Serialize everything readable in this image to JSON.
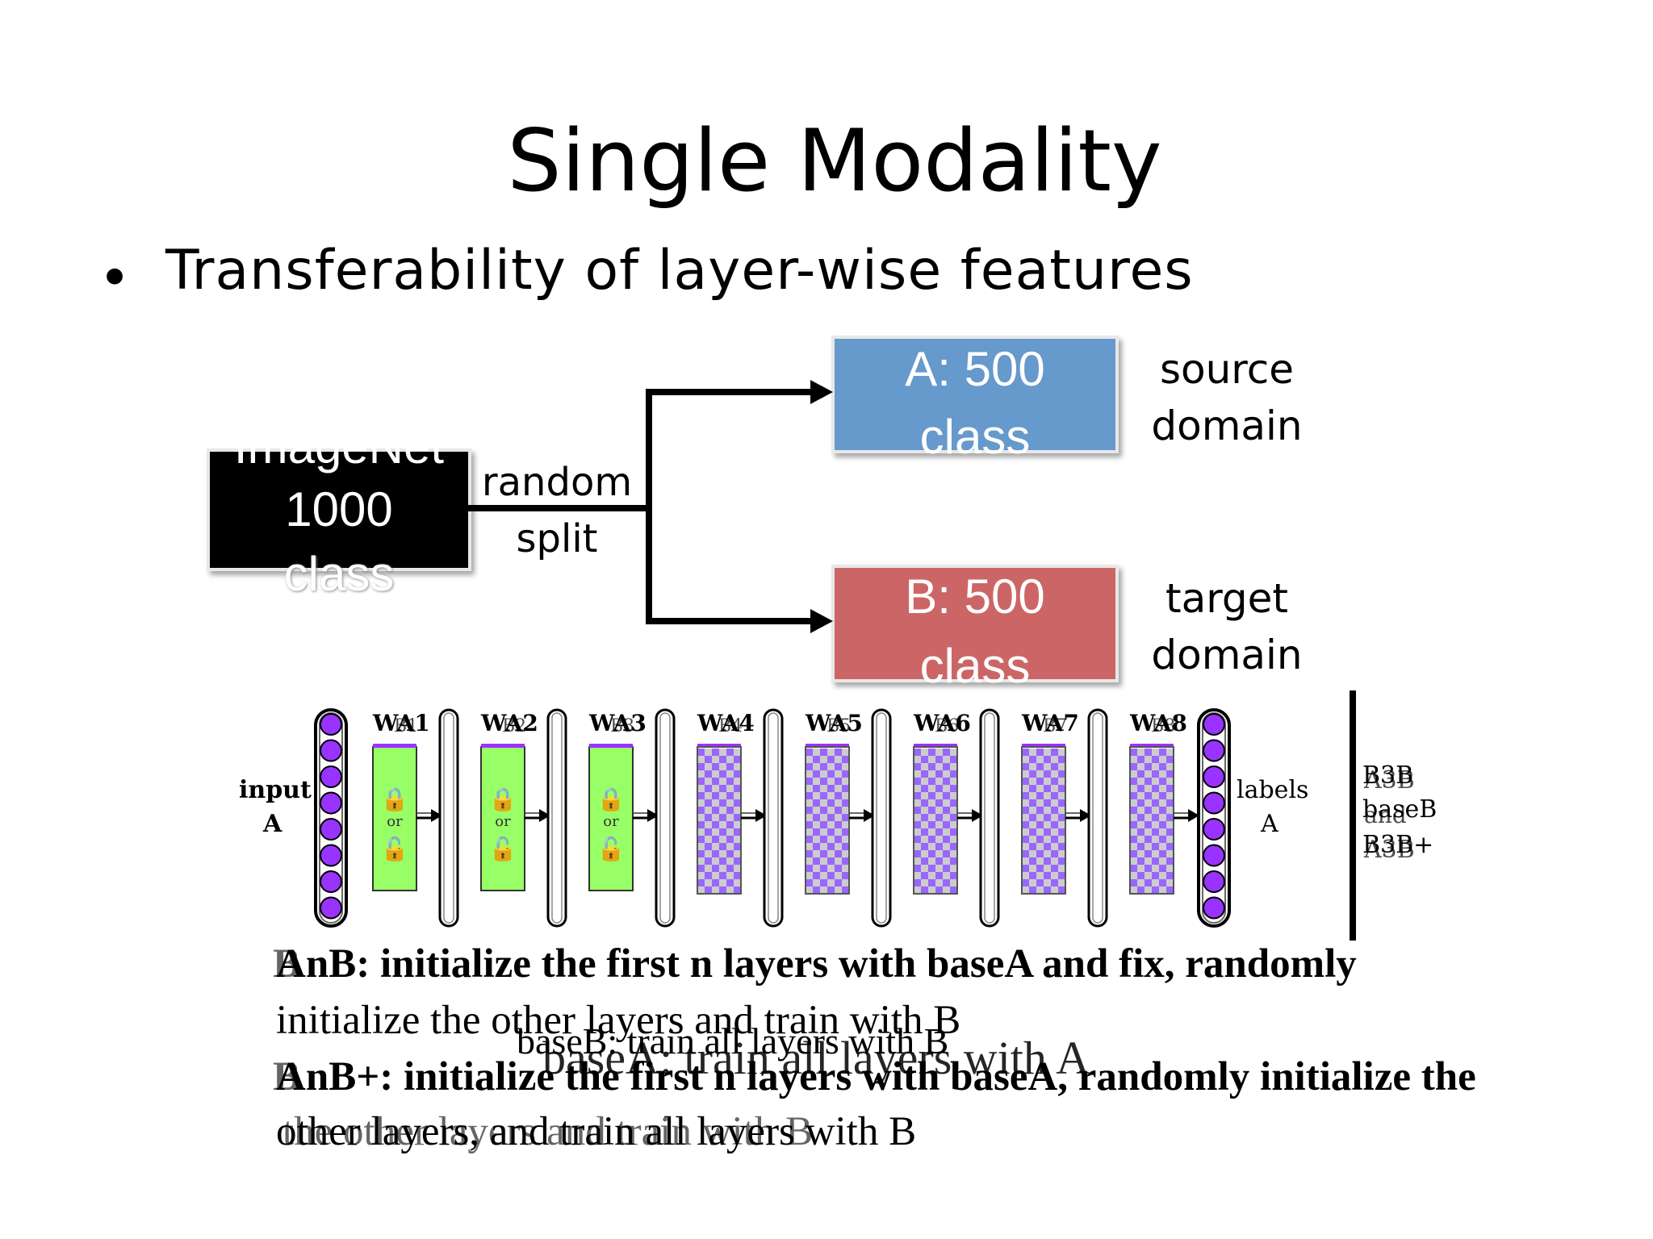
{
  "slide": {
    "title": "Single Modality",
    "bullet_mark": "•",
    "bullet": "Transferability of layer-wise features"
  },
  "diagram": {
    "imagenet_box": {
      "line1": "ImageNet",
      "line2": "1000",
      "line3": "class",
      "color": "#000000"
    },
    "split_label": {
      "line1": "random",
      "line2": "split"
    },
    "box_a": {
      "line1": "A: 500",
      "line2": "class",
      "color": "#6699cc"
    },
    "box_b": {
      "line1": "B: 500",
      "line2": "class",
      "color": "#cc6666"
    },
    "source_label": {
      "line1": "source",
      "line2": "domain"
    },
    "target_label": {
      "line1": "target",
      "line2": "domain"
    }
  },
  "network": {
    "input_label": {
      "line1": "input",
      "line2": "A"
    },
    "weights": [
      "WA1",
      "WA2",
      "WA3",
      "WA4",
      "WA5",
      "WA6",
      "WA7",
      "WA8"
    ],
    "weights_overlay": [
      "B1",
      "B2",
      "B3",
      "B4",
      "B5",
      "B6",
      "B7",
      "B8"
    ],
    "or_label": "or",
    "labels_label": {
      "line1": "labels",
      "line2": "A"
    },
    "right_labels": {
      "line1": "B3B",
      "line1_overlay": "A3B",
      "line2": "baseB",
      "line2_overlay": "and",
      "line3": "B3B+",
      "line3_overlay": "A3B"
    },
    "colors": {
      "neuron": "#9933ff",
      "frozen": "#99ff66",
      "checker_a": "#9966ff",
      "checker_b": "#cccccc"
    }
  },
  "captions": {
    "line1": "AnB: initialize the first n layers with baseA and fix, randomly",
    "line1_overlay": "B",
    "line2": "initialize the other layers and train with B",
    "line3": "baseB: train all layers with B",
    "line3_overlay": "baseA: train all layers with A",
    "line4": "AnB+: initialize the first n layers with baseA, randomly initialize the",
    "line4_overlay": "B",
    "line5": "other layers, and train all layers with B",
    "line5_overlay": "the other layers and train with B"
  }
}
